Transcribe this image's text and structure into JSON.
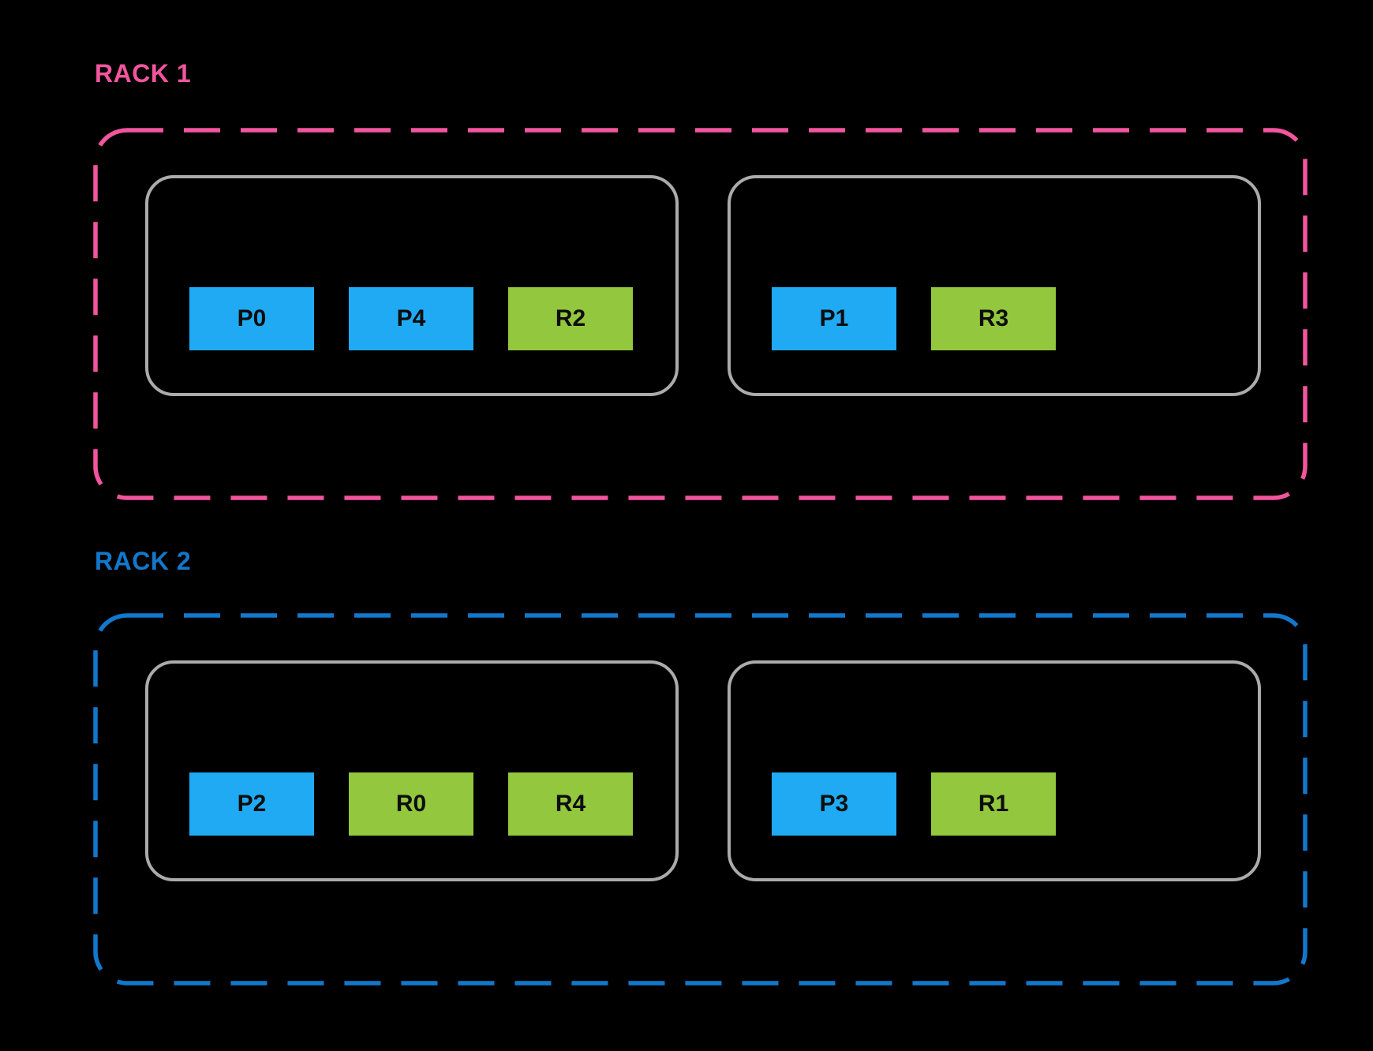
{
  "racks": [
    {
      "label": "RACK 1",
      "accent_color": "#F2559E",
      "nodes": [
        {
          "shards": [
            {
              "label": "P0",
              "color": "#20AAF4"
            },
            {
              "label": "P4",
              "color": "#20AAF4"
            },
            {
              "label": "R2",
              "color": "#92C73E"
            }
          ]
        },
        {
          "shards": [
            {
              "label": "P1",
              "color": "#20AAF4"
            },
            {
              "label": "R3",
              "color": "#92C73E"
            }
          ]
        }
      ]
    },
    {
      "label": "RACK 2",
      "accent_color": "#1278CB",
      "nodes": [
        {
          "shards": [
            {
              "label": "P2",
              "color": "#20AAF4"
            },
            {
              "label": "R0",
              "color": "#92C73E"
            },
            {
              "label": "R4",
              "color": "#92C73E"
            }
          ]
        },
        {
          "shards": [
            {
              "label": "P3",
              "color": "#20AAF4"
            },
            {
              "label": "R1",
              "color": "#92C73E"
            }
          ]
        }
      ]
    }
  ],
  "colors": {
    "background": "#000000",
    "primary_shard": "#20AAF4",
    "replica_shard": "#92C73E",
    "node_border": "#ABABAB",
    "rack1_accent": "#F2559E",
    "rack2_accent": "#1278CB",
    "shard_text": "#0D0D0D"
  }
}
